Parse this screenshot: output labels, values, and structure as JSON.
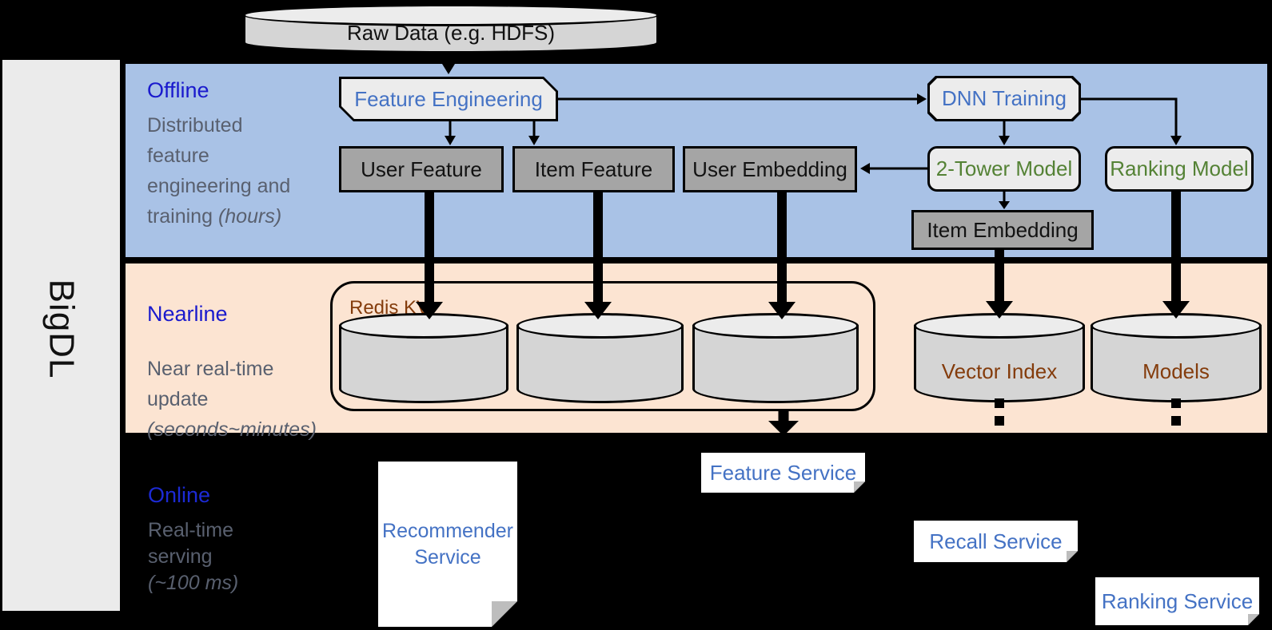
{
  "sidebar": {
    "brand": "BigDL"
  },
  "pipeline": {
    "raw_data": "Raw Data (e.g. HDFS)"
  },
  "offline": {
    "title": "Offline",
    "desc_lines": [
      "Distributed",
      "feature",
      "engineering and"
    ],
    "desc_last": "training ",
    "desc_note": "(hours)",
    "nodes": {
      "feature_engineering": "Feature Engineering",
      "dnn_training": "DNN Training",
      "user_feature": "User Feature",
      "item_feature": "Item Feature",
      "user_embedding": "User Embedding",
      "two_tower_model": "2-Tower Model",
      "ranking_model": "Ranking Model",
      "item_embedding": "Item Embedding"
    }
  },
  "nearline": {
    "title": "Nearline",
    "desc_lines": [
      "Near real-time",
      "update"
    ],
    "desc_last": "",
    "desc_note": "(seconds~minutes)",
    "redis_group_label": "Redis KV",
    "cylinders": {
      "vector_index": "Vector Index",
      "models": "Models"
    }
  },
  "online": {
    "title": "Online",
    "desc_lines": [
      "Real-time",
      "serving"
    ],
    "desc_last": "",
    "desc_note": "(~100 ms)",
    "services": {
      "recommender": "Recommender Service",
      "feature": "Feature Service",
      "recall": "Recall Service",
      "ranking": "Ranking Service"
    }
  },
  "colors": {
    "background": "#000000",
    "sidebar_bg": "#ebebeb",
    "offline_band": "#a9c2e6",
    "nearline_band": "#fce4d2",
    "heading_blue": "#1a1acd",
    "desc_gray": "#59606f",
    "node_blue": "#4472c4",
    "node_green": "#548235",
    "brown": "#843c0c",
    "gray_box": "#a5a5a5",
    "light_box": "#ececec",
    "cylinder_body": "#d5d5d5",
    "cylinder_top": "#ececec",
    "service_bg": "#ffffff"
  }
}
